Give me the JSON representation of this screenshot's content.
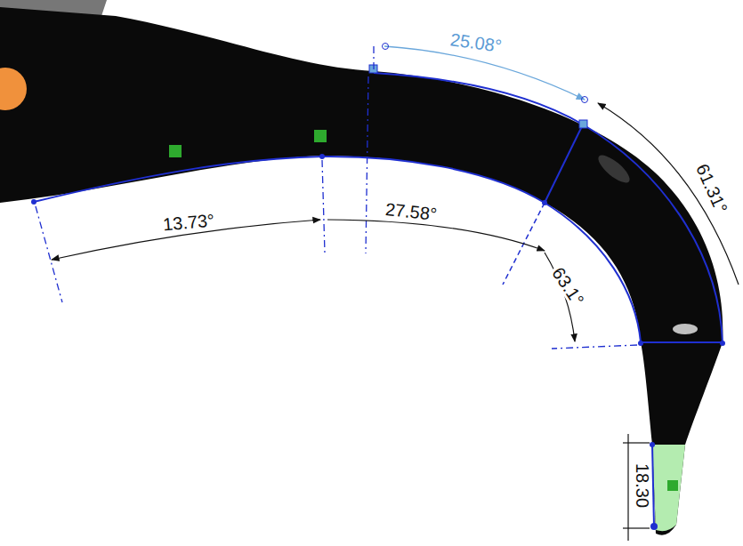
{
  "diagram": {
    "labels": [
      "25.08°",
      "61.31°",
      "13.73°",
      "27.58°",
      "63.1°",
      "18.30"
    ]
  }
}
